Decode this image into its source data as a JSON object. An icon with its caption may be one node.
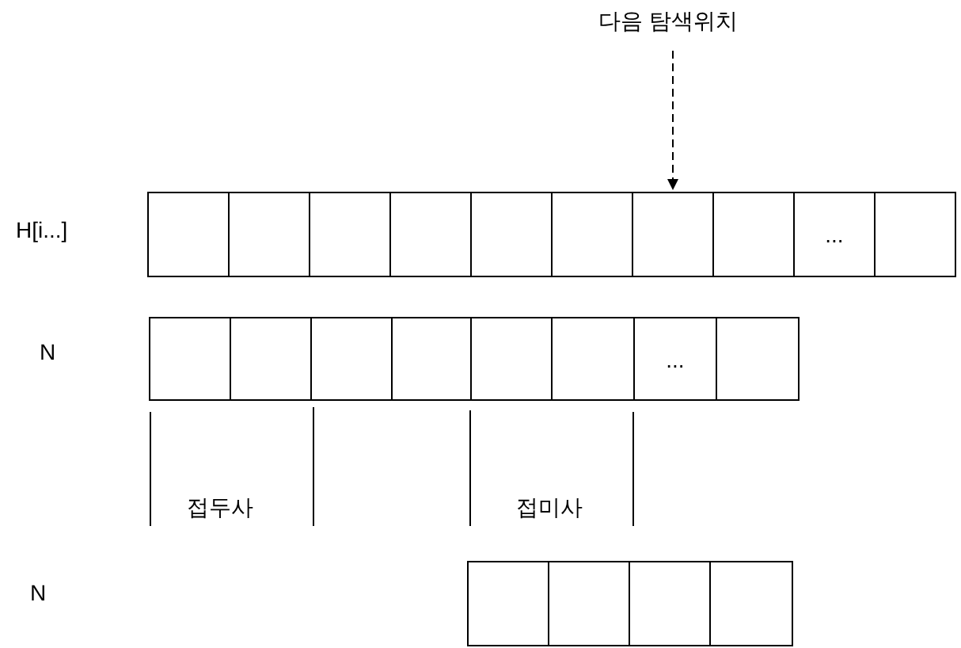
{
  "diagram": {
    "nodes": [
      {
        "text": [
          "다음 탐색위치"
        ]
      },
      {
        "text": [],
        "shape": "box"
      },
      {
        "text": [],
        "shape": "box"
      },
      {
        "text": [],
        "shape": "box"
      },
      {
        "text": [],
        "shape": "box"
      },
      {
        "text": [],
        "shape": "box"
      },
      {
        "text": [],
        "shape": "box"
      },
      {
        "text": [],
        "shape": "box"
      },
      {
        "text": [],
        "shape": "box"
      },
      {
        "text": [
          "..."
        ]
      },
      {
        "text": [],
        "shape": "box"
      },
      {
        "text": [],
        "shape": "box"
      },
      {
        "text": [],
        "shape": "box"
      },
      {
        "text": [],
        "shape": "box"
      },
      {
        "text": [],
        "shape": "box"
      },
      {
        "text": [],
        "shape": "box"
      },
      {
        "text": [],
        "shape": "box"
      },
      {
        "text": [
          "..."
        ]
      },
      {
        "text": [],
        "shape": "box"
      },
      {
        "text": [],
        "shape": "box"
      },
      {
        "text": [],
        "shape": "box"
      },
      {
        "text": [],
        "shape": "box"
      },
      {
        "text": [],
        "shape": "box"
      }
    ],
    "edges": [
      {
        "from": 0,
        "to": 7,
        "arrow": "to",
        "style": "dashed"
      }
    ],
    "labels": [
      "H[i...]",
      "N",
      "접두사",
      "접미사",
      "N"
    ]
  }
}
